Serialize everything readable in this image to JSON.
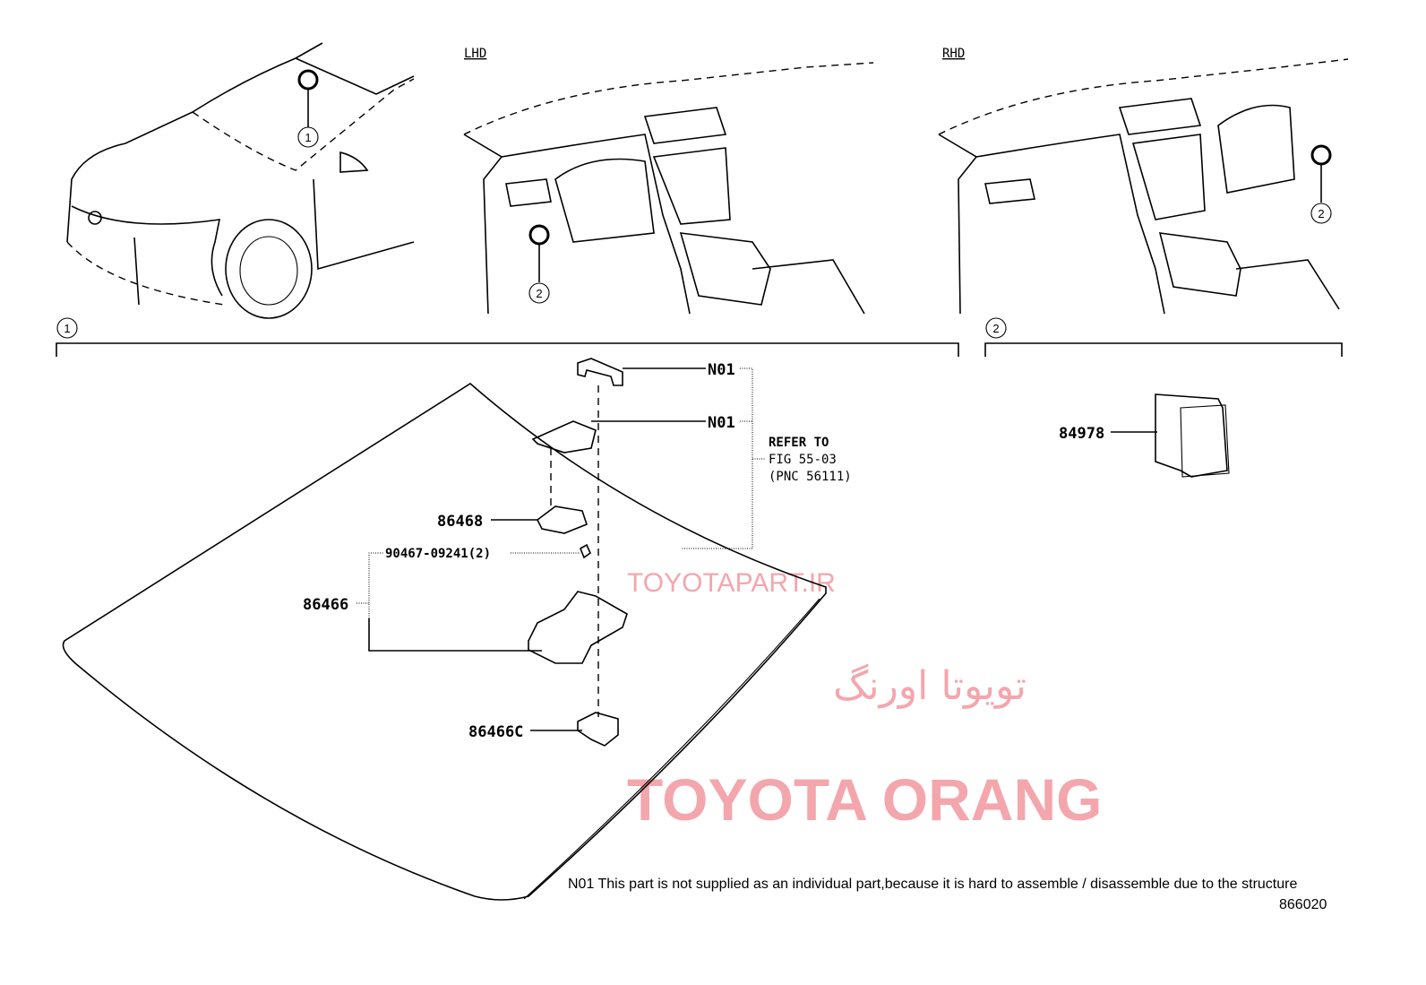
{
  "views": {
    "lhd_label": "LHD",
    "rhd_label": "RHD",
    "callout_1": "1",
    "callout_2": "2"
  },
  "parts": {
    "n01_a": "N01",
    "n01_b": "N01",
    "refer_line1": "REFER TO",
    "refer_line2": "FIG 55-03",
    "refer_line3": "(PNC 56111)",
    "p86468": "86468",
    "p90467": "90467-09241(2)",
    "p86466": "86466",
    "p86466c": "86466C",
    "p84978": "84978"
  },
  "watermark": {
    "brand": "TOYOTA ORANG",
    "brand_fa": "تویوتا اورنگ",
    "site": "TOYOTAPART.IR"
  },
  "footer": {
    "note": "N01 This part is not supplied as an individual part,because it is hard to assemble / disassemble due to the structure",
    "figure_code": "866020"
  }
}
